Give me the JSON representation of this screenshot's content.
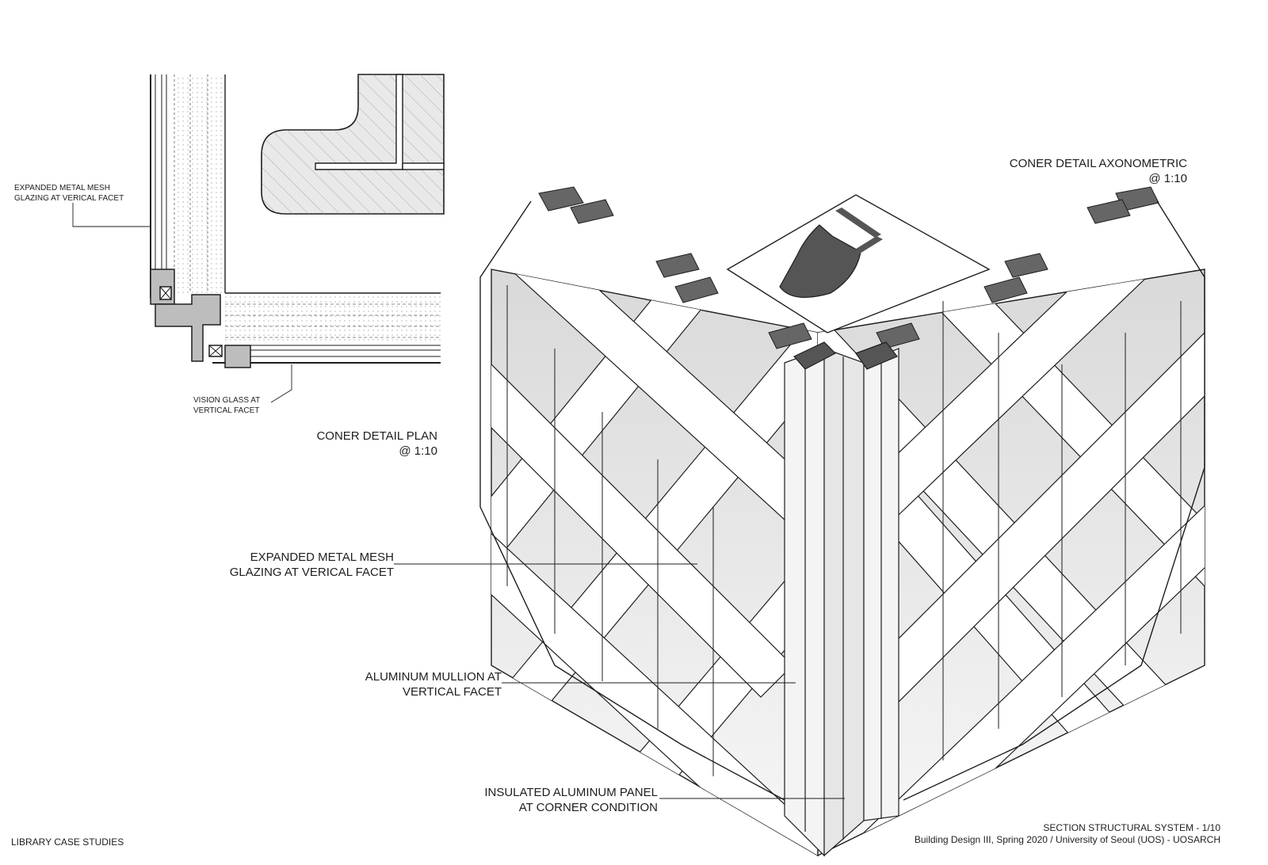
{
  "sheet": {
    "footer_left": "LIBRARY CASE STUDIES",
    "footer_right_line1": "SECTION STRUCTURAL SYSTEM - 1/10",
    "footer_right_line2": "Building Design III, Spring 2020 / University of Seoul (UOS) - UOSARCH"
  },
  "plan": {
    "title": "CONER DETAIL PLAN",
    "scale": "@ 1:10",
    "label_mesh_line1": "EXPANDED METAL MESH",
    "label_mesh_line2": "GLAZING AT VERICAL FACET",
    "label_glass_line1": "VISION GLASS AT",
    "label_glass_line2": "VERTICAL FACET"
  },
  "axon": {
    "title": "CONER DETAIL AXONOMETRIC",
    "scale": "@ 1:10",
    "label_mesh_line1": "EXPANDED METAL MESH",
    "label_mesh_line2": "GLAZING AT VERICAL FACET",
    "label_mullion_line1": "ALUMINUM MULLION AT",
    "label_mullion_line2": "VERTICAL FACET",
    "label_panel_line1": "INSULATED ALUMINUM PANEL",
    "label_panel_line2": "AT CORNER CONDITION"
  },
  "colors": {
    "line": "#1e1e1e",
    "fill_gray": "#bdbdbd",
    "fill_light": "#e9e9e9",
    "fill_dark": "#555555"
  }
}
